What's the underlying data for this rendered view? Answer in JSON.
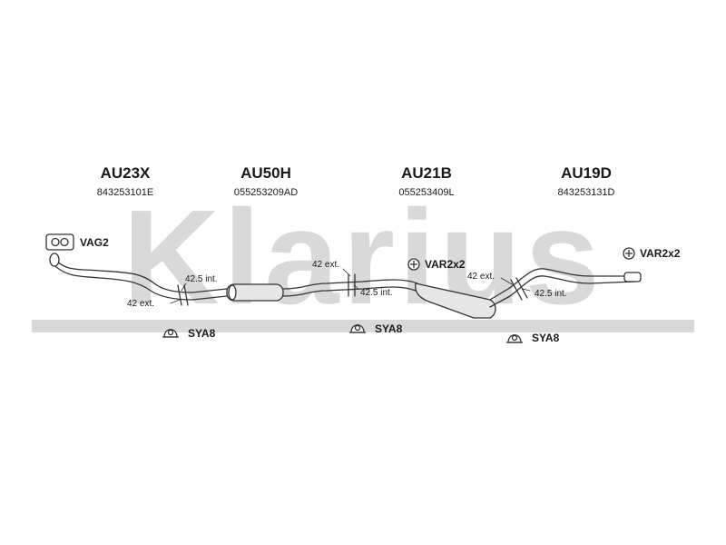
{
  "watermark": "Klarius",
  "parts": [
    {
      "code": "AU23X",
      "number": "843253101E"
    },
    {
      "code": "AU50H",
      "number": "055253209AD"
    },
    {
      "code": "AU21B",
      "number": "055253409L"
    },
    {
      "code": "AU19D",
      "number": "843253131D"
    }
  ],
  "fittings": {
    "vag2": "VAG2",
    "var2x2_a": "VAR2x2",
    "var2x2_b": "VAR2x2",
    "sya8_a": "SYA8",
    "sya8_b": "SYA8",
    "sya8_c": "SYA8"
  },
  "measurements": {
    "j1_int": "42.5 int.",
    "j1_ext": "42 ext.",
    "j2_ext": "42 ext.",
    "j2_int": "42.5 int.",
    "j3_ext": "42 ext.",
    "j3_int": "42.5 int."
  },
  "colors": {
    "watermark": "#d9d9d9",
    "line": "#333333",
    "pipe_fill": "#ffffff",
    "muffler_fill": "#e6e6e6"
  }
}
